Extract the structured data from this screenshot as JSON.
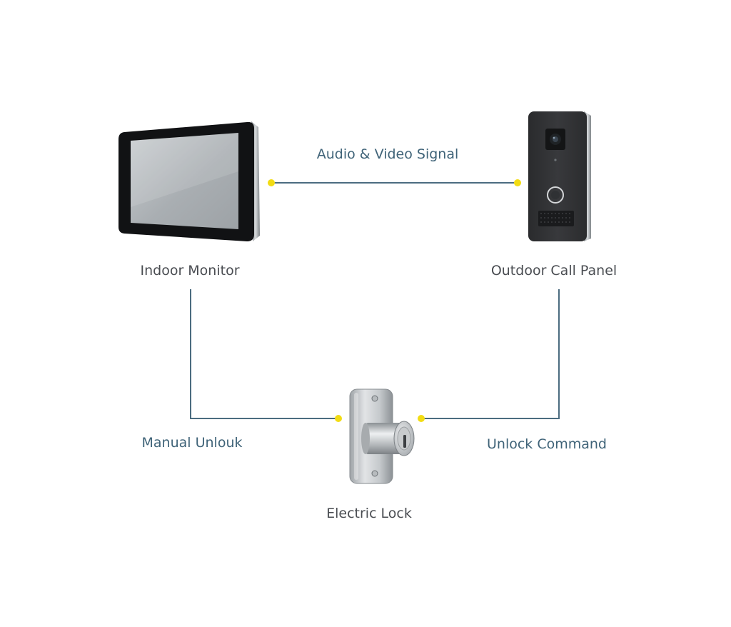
{
  "colors": {
    "connector_line": "#4b6c80",
    "connector_dot": "#f2dc14",
    "node_label": "#4a4d52",
    "link_label": "#3f6378"
  },
  "nodes": {
    "indoor_monitor": {
      "label": "Indoor Monitor",
      "icon": "indoor-monitor-icon"
    },
    "outdoor_call_panel": {
      "label": "Outdoor Call Panel",
      "icon": "doorbell-panel-icon"
    },
    "electric_lock": {
      "label": "Electric Lock",
      "icon": "cylinder-lock-icon"
    }
  },
  "connections": {
    "audio_video": {
      "label": "Audio & Video Signal"
    },
    "manual_unlock": {
      "label": "Manual Unlouk"
    },
    "unlock_command": {
      "label": "Unlock Command"
    }
  }
}
